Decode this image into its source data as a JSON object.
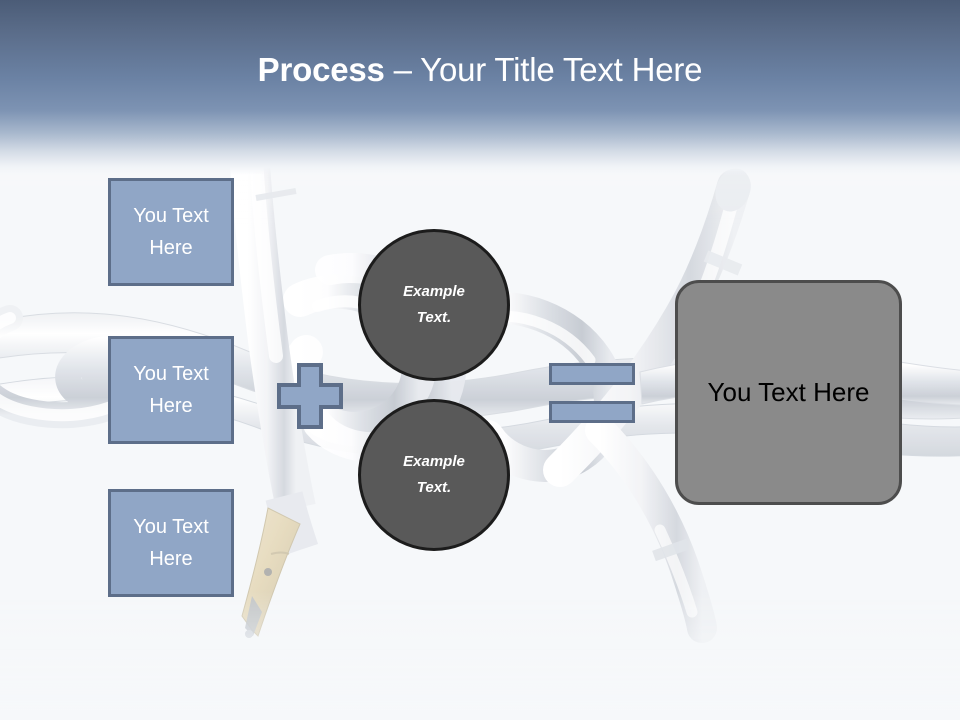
{
  "slide": {
    "title_strong": "Process",
    "title_rest": " – Your Title Text Here",
    "background": {
      "banner_color_top": "#4b5c77",
      "banner_color_bottom": "#7d93b3",
      "body_color": "#f6f8fa",
      "artwork": "fountain-pen-and-tubes-photo"
    }
  },
  "inputs": {
    "boxes": [
      {
        "label": "You Text Here",
        "fill": "#90a6c6",
        "border": "#5d6e89"
      },
      {
        "label": "You Text Here",
        "fill": "#90a6c6",
        "border": "#5d6e89"
      },
      {
        "label": "You Text Here",
        "fill": "#90a6c6",
        "border": "#5d6e89"
      }
    ]
  },
  "operators": {
    "plus": {
      "symbol": "+",
      "fill": "#90a6c6",
      "border": "#5d6e89"
    },
    "equals": {
      "symbol": "=",
      "fill": "#90a6c6",
      "border": "#5d6e89"
    }
  },
  "middle": {
    "circles": [
      {
        "line1": "Example",
        "line2": "Text.",
        "fill": "#595959",
        "border": "#1c1c1c"
      },
      {
        "line1": "Example",
        "line2": "Text.",
        "fill": "#595959",
        "border": "#1c1c1c"
      }
    ]
  },
  "result": {
    "label": "You Text Here",
    "fill": "#8a8a8a",
    "border": "#4d4d4d",
    "text_color": "#000000"
  }
}
